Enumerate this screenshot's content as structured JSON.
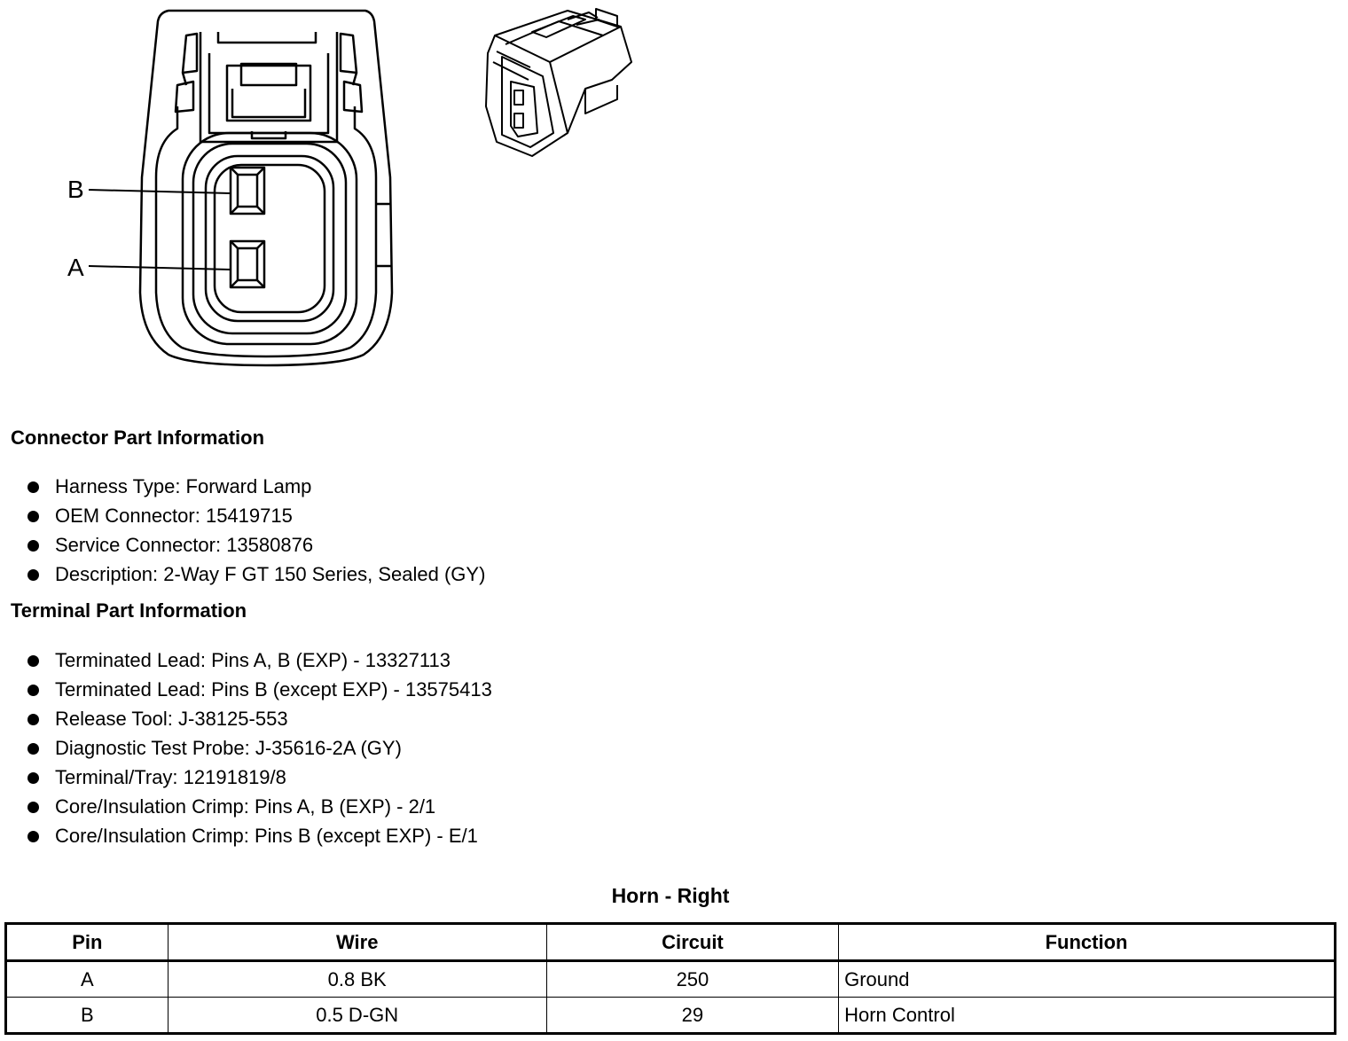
{
  "pin_labels": {
    "b": "B",
    "a": "A"
  },
  "connector_part": {
    "heading": "Connector Part Information",
    "items": [
      "Harness Type: Forward Lamp",
      "OEM Connector: 15419715",
      "Service Connector: 13580876",
      "Description: 2-Way F GT 150 Series, Sealed (GY)"
    ]
  },
  "terminal_part": {
    "heading": "Terminal Part Information",
    "items": [
      "Terminated Lead: Pins A, B (EXP) - 13327113",
      "Terminated Lead: Pins B (except EXP) - 13575413",
      "Release Tool: J-38125-553",
      "Diagnostic Test Probe: J-35616-2A (GY)",
      "Terminal/Tray: 12191819/8",
      "Core/Insulation Crimp: Pins A, B (EXP) - 2/1",
      "Core/Insulation Crimp: Pins B (except EXP) - E/1"
    ]
  },
  "table": {
    "title": "Horn - Right",
    "headers": [
      "Pin",
      "Wire",
      "Circuit",
      "Function"
    ],
    "rows": [
      [
        "A",
        "0.8 BK",
        "250",
        "Ground"
      ],
      [
        "B",
        "0.5 D-GN",
        "29",
        "Horn Control"
      ]
    ]
  }
}
